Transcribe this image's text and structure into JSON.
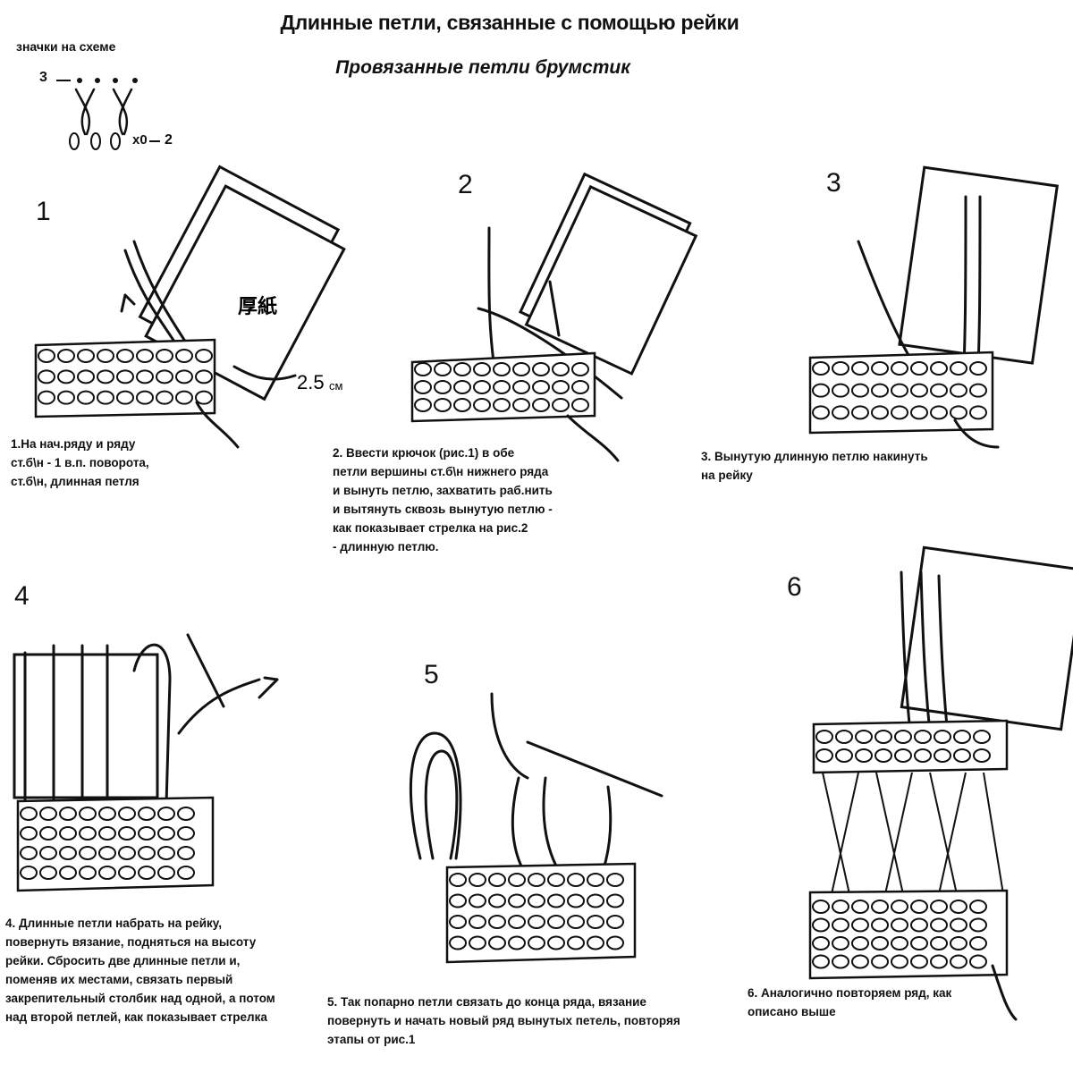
{
  "header": {
    "title": "Длинные петли, связанные с помощью рейки",
    "subtitle": "Провязанные петли брумстик"
  },
  "legend": {
    "label": "значки на схеме",
    "row_top": "3",
    "row_bottom": "2",
    "chain_mark": "x0"
  },
  "steps": [
    {
      "number": "1",
      "caption": "1.На нач.ряду и ряду\nст.б\\н - 1 в.п. поворота,\nст.б\\н, длинная   петля",
      "card_text": "厚紙",
      "measure": "2.5",
      "measure_unit": "см"
    },
    {
      "number": "2",
      "caption": "2.  Ввести крючок (рис.1) в обе\nпетли вершины ст.б\\н нижнего ряда\nи вынуть петлю, захватить раб.нить\nи вытянуть сквозь вынутую петлю -\nкак показывает стрелка на рис.2\n-  длинную петлю."
    },
    {
      "number": "3",
      "caption": "3.  Вынутую длинную петлю накинуть\nна рейку"
    },
    {
      "number": "4",
      "caption": "4.  Длинные петли набрать на рейку,\nповернуть вязание, подняться на высоту\nрейки. Сбросить две длинные петли и,\nпоменяв их местами, связать первый\nзакрепительный столбик над одной, а потом\nнад второй петлей, как показывает стрелка"
    },
    {
      "number": "5",
      "caption": "5.  Так попарно петли связать до конца ряда,  вязание\nповернуть и начать новый ряд вынутых петель, повторяя\nэтапы от рис.1"
    },
    {
      "number": "6",
      "caption": "6.  Аналогично повторяем ряд, как\nописано выше"
    }
  ]
}
